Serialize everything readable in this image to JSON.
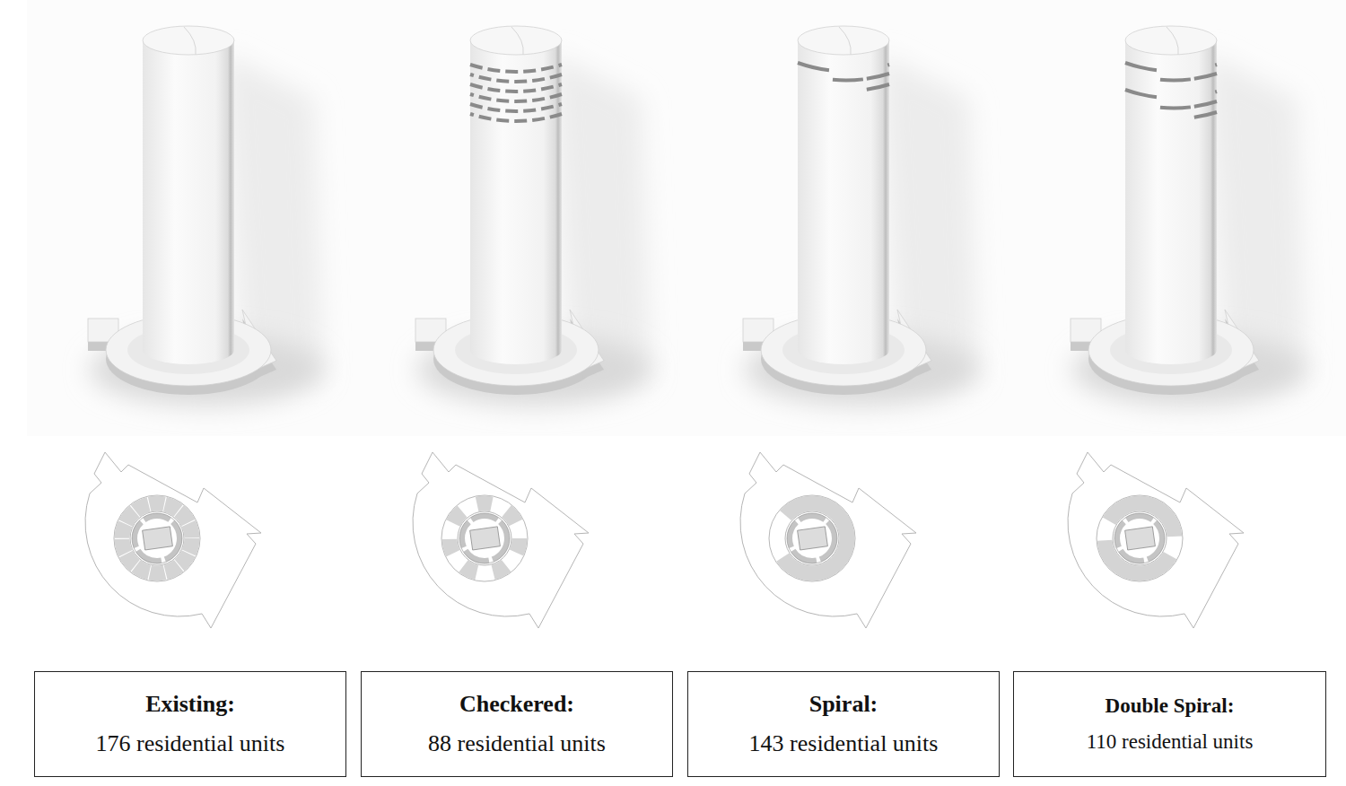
{
  "diagram": {
    "nodes": [
      {
        "text": [
          "Existing:",
          "176 residential units"
        ]
      },
      {
        "text": [
          "Checkered:",
          "88 residential units"
        ]
      },
      {
        "text": [
          "Spiral:",
          "143 residential units"
        ]
      },
      {
        "text": [
          "Double Spiral:",
          "110 residential units"
        ]
      }
    ]
  }
}
